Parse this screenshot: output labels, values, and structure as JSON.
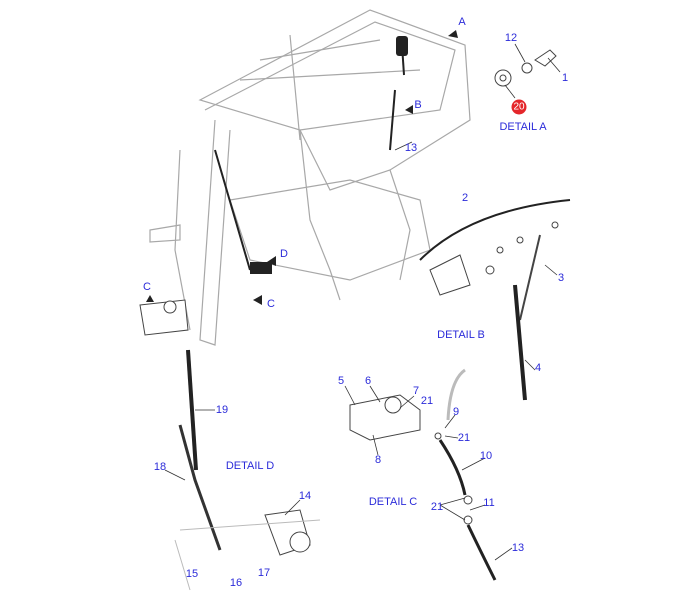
{
  "diagram": {
    "callouts": {
      "A": "A",
      "B": "B",
      "C": "C",
      "D": "D",
      "n1": "1",
      "n2": "2",
      "n3": "3",
      "n4": "4",
      "n5": "5",
      "n6": "6",
      "n7": "7",
      "n8": "8",
      "n9": "9",
      "n10": "10",
      "n11": "11",
      "n12": "12",
      "n13": "13",
      "n14": "14",
      "n15": "15",
      "n16": "16",
      "n17": "17",
      "n18": "18",
      "n19": "19",
      "n20": "20",
      "n21": "21"
    },
    "details": {
      "a": "DETAIL A",
      "b": "DETAIL B",
      "c": "DETAIL C",
      "d": "DETAIL D"
    },
    "colors": {
      "label": "#2b2bd9",
      "highlight": "#e4262a",
      "line": "#9a9a9a",
      "part": "#222222"
    }
  }
}
